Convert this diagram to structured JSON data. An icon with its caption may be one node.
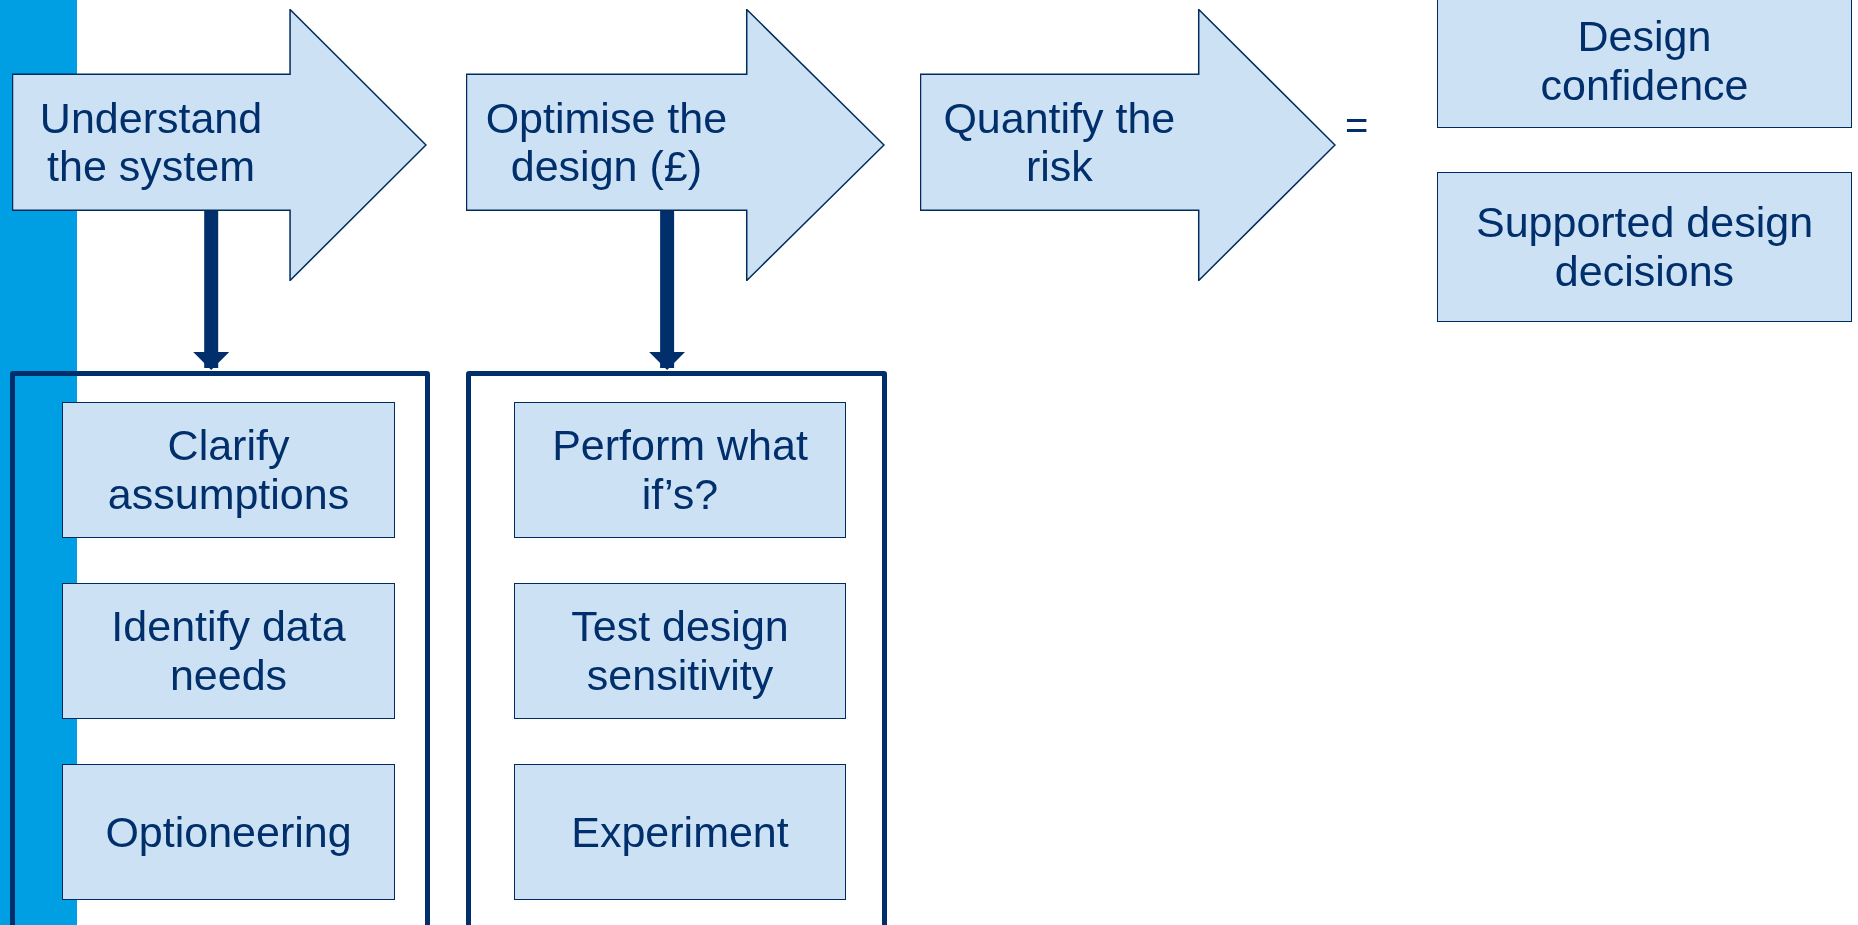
{
  "diagram": {
    "nodes": [
      {
        "text": [
          "Understand the system"
        ]
      },
      {
        "text": [
          "Optimise the design (£)"
        ]
      },
      {
        "text": [
          "Quantify the risk"
        ]
      },
      {
        "text": [
          "Design confidence"
        ]
      },
      {
        "text": [
          "Supported design decisions"
        ]
      },
      {
        "text": [],
        "shape": "box"
      },
      {
        "text": [
          "Clarify assumptions"
        ],
        "in": 5
      },
      {
        "text": [
          "Identify data needs"
        ],
        "in": 5
      },
      {
        "text": [
          "Optioneering"
        ],
        "in": 5
      },
      {
        "text": [],
        "shape": "box"
      },
      {
        "text": [
          "Perform what if’s?"
        ],
        "in": 9
      },
      {
        "text": [
          "Test design sensitivity"
        ],
        "in": 9
      },
      {
        "text": [
          "Experiment"
        ],
        "in": 9
      }
    ],
    "edges": [
      {
        "from": 0,
        "to": 5,
        "arrow": "to"
      },
      {
        "from": 1,
        "to": 9,
        "arrow": "to"
      }
    ],
    "labels": [
      "="
    ]
  }
}
